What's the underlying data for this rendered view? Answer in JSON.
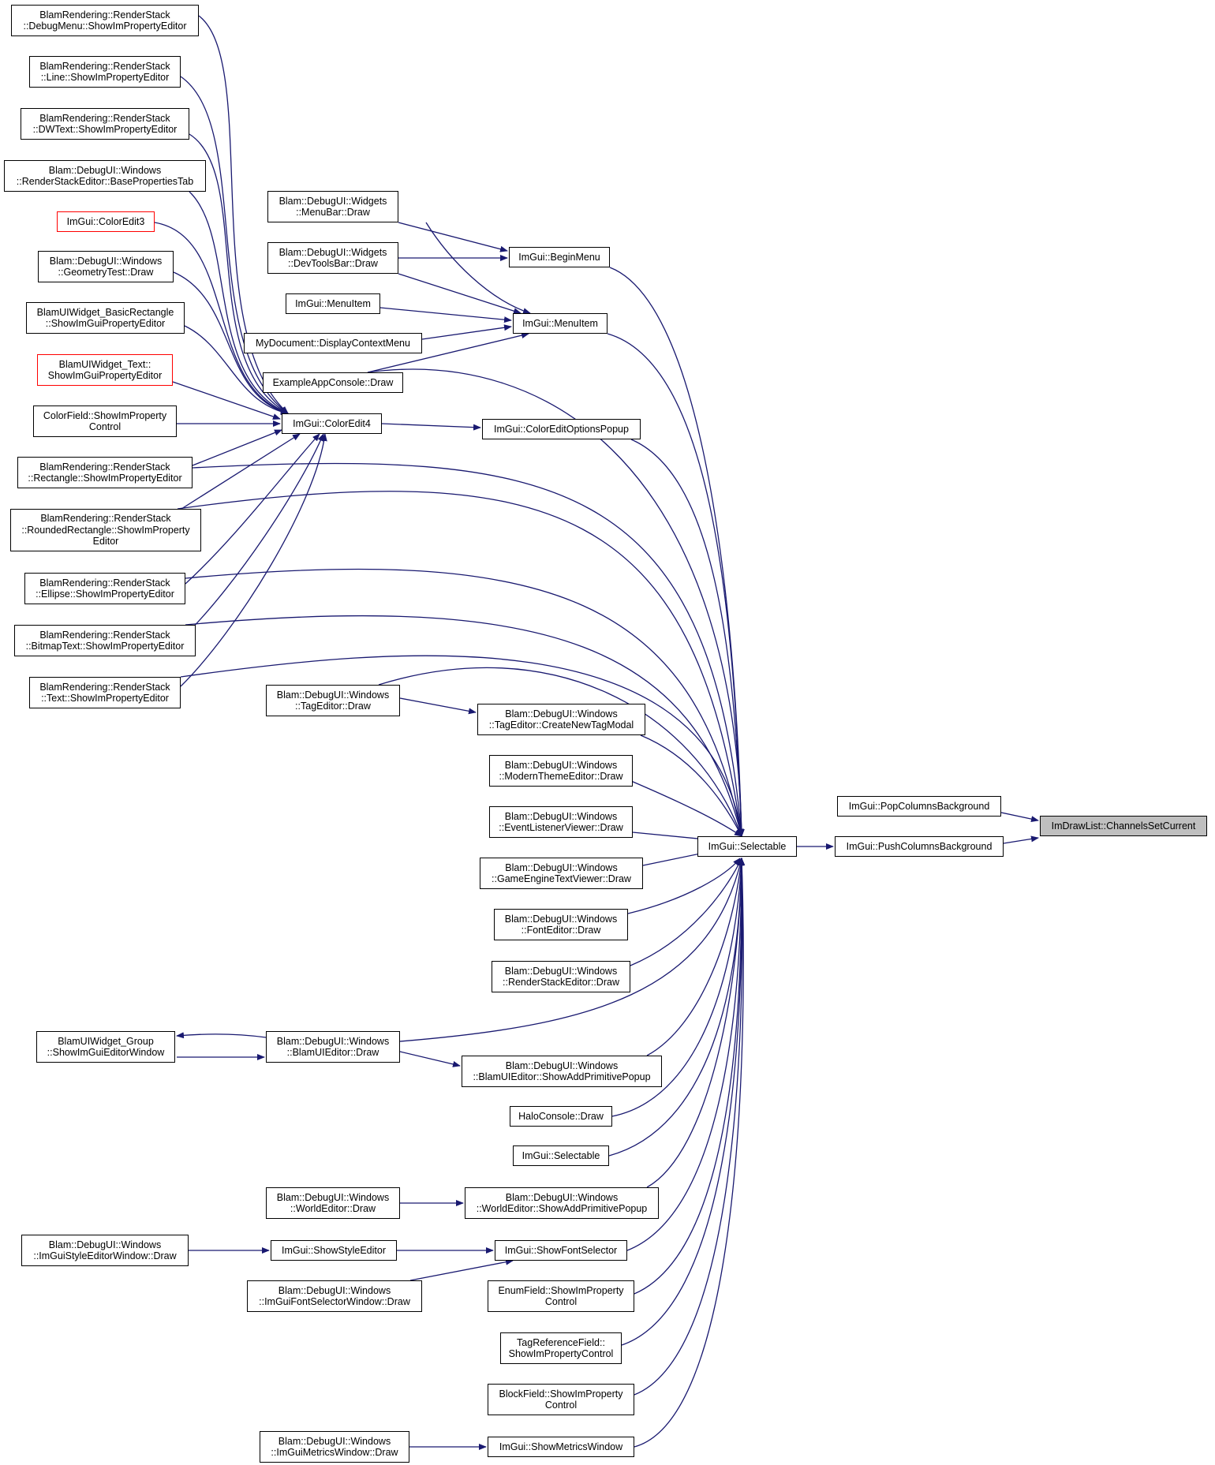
{
  "colors": {
    "edge": "#191970",
    "border": "#000000",
    "missing_border": "#ff0000",
    "root_fill": "#bfbfbf",
    "background": "#ffffff"
  },
  "nodes": {
    "root": "ImDrawList::ChannelsSetCurrent",
    "popcols": "ImGui::PopColumnsBackground",
    "pushcols": "ImGui::PushColumnsBackground",
    "selectable": "ImGui::Selectable",
    "beginmenu": "ImGui::BeginMenu",
    "menuitem2": "ImGui::MenuItem",
    "coloredit4": "ImGui::ColorEdit4",
    "coloreditpopup": "ImGui::ColorEditOptionsPopup",
    "menubar": "Blam::DebugUI::Widgets\n::MenuBar::Draw",
    "devtools": "Blam::DebugUI::Widgets\n::DevToolsBar::Draw",
    "menuitem1": "ImGui::MenuItem",
    "mydoc": "MyDocument::DisplayContextMenu",
    "exconsole": "ExampleAppConsole::Draw",
    "rs_debugmenu": "BlamRendering::RenderStack\n::DebugMenu::ShowImPropertyEditor",
    "rs_line": "BlamRendering::RenderStack\n::Line::ShowImPropertyEditor",
    "rs_dwtext": "BlamRendering::RenderStack\n::DWText::ShowImPropertyEditor",
    "rse_base": "Blam::DebugUI::Windows\n::RenderStackEditor::BasePropertiesTab",
    "coloredit3": "ImGui::ColorEdit3",
    "geomtest": "Blam::DebugUI::Windows\n::GeometryTest::Draw",
    "basicrect": "BlamUIWidget_BasicRectangle\n::ShowImGuiPropertyEditor",
    "uiwtext": "BlamUIWidget_Text::\nShowImGuiPropertyEditor",
    "colorfield": "ColorField::ShowImProperty\nControl",
    "rs_rect": "BlamRendering::RenderStack\n::Rectangle::ShowImPropertyEditor",
    "rs_roundrect": "BlamRendering::RenderStack\n::RoundedRectangle::ShowImProperty\nEditor",
    "rs_ellipse": "BlamRendering::RenderStack\n::Ellipse::ShowImPropertyEditor",
    "rs_bitmap": "BlamRendering::RenderStack\n::BitmapText::ShowImPropertyEditor",
    "rs_text": "BlamRendering::RenderStack\n::Text::ShowImPropertyEditor",
    "tageditor": "Blam::DebugUI::Windows\n::TagEditor::Draw",
    "tagnew": "Blam::DebugUI::Windows\n::TagEditor::CreateNewTagModal",
    "modern": "Blam::DebugUI::Windows\n::ModernThemeEditor::Draw",
    "eventlistener": "Blam::DebugUI::Windows\n::EventListenerViewer::Draw",
    "gametext": "Blam::DebugUI::Windows\n::GameEngineTextViewer::Draw",
    "fonteditor": "Blam::DebugUI::Windows\n::FontEditor::Draw",
    "rseditor": "Blam::DebugUI::Windows\n::RenderStackEditor::Draw",
    "uigroup": "BlamUIWidget_Group\n::ShowImGuiEditorWindow",
    "blamui": "Blam::DebugUI::Windows\n::BlamUIEditor::Draw",
    "blamuiadd": "Blam::DebugUI::Windows\n::BlamUIEditor::ShowAddPrimitivePopup",
    "halo": "HaloConsole::Draw",
    "selectable2": "ImGui::Selectable",
    "worldeditor": "Blam::DebugUI::Windows\n::WorldEditor::Draw",
    "worldadd": "Blam::DebugUI::Windows\n::WorldEditor::ShowAddPrimitivePopup",
    "styleeditorwin": "Blam::DebugUI::Windows\n::ImGuiStyleEditorWindow::Draw",
    "showstyle": "ImGui::ShowStyleEditor",
    "showfont": "ImGui::ShowFontSelector",
    "fontselwin": "Blam::DebugUI::Windows\n::ImGuiFontSelectorWindow::Draw",
    "enumfield": "EnumField::ShowImProperty\nControl",
    "tagref": "TagReferenceField::\nShowImPropertyControl",
    "blockfield": "BlockField::ShowImProperty\nControl",
    "metricswin": "Blam::DebugUI::Windows\n::ImGuiMetricsWindow::Draw",
    "showmetrics": "ImGui::ShowMetricsWindow"
  }
}
